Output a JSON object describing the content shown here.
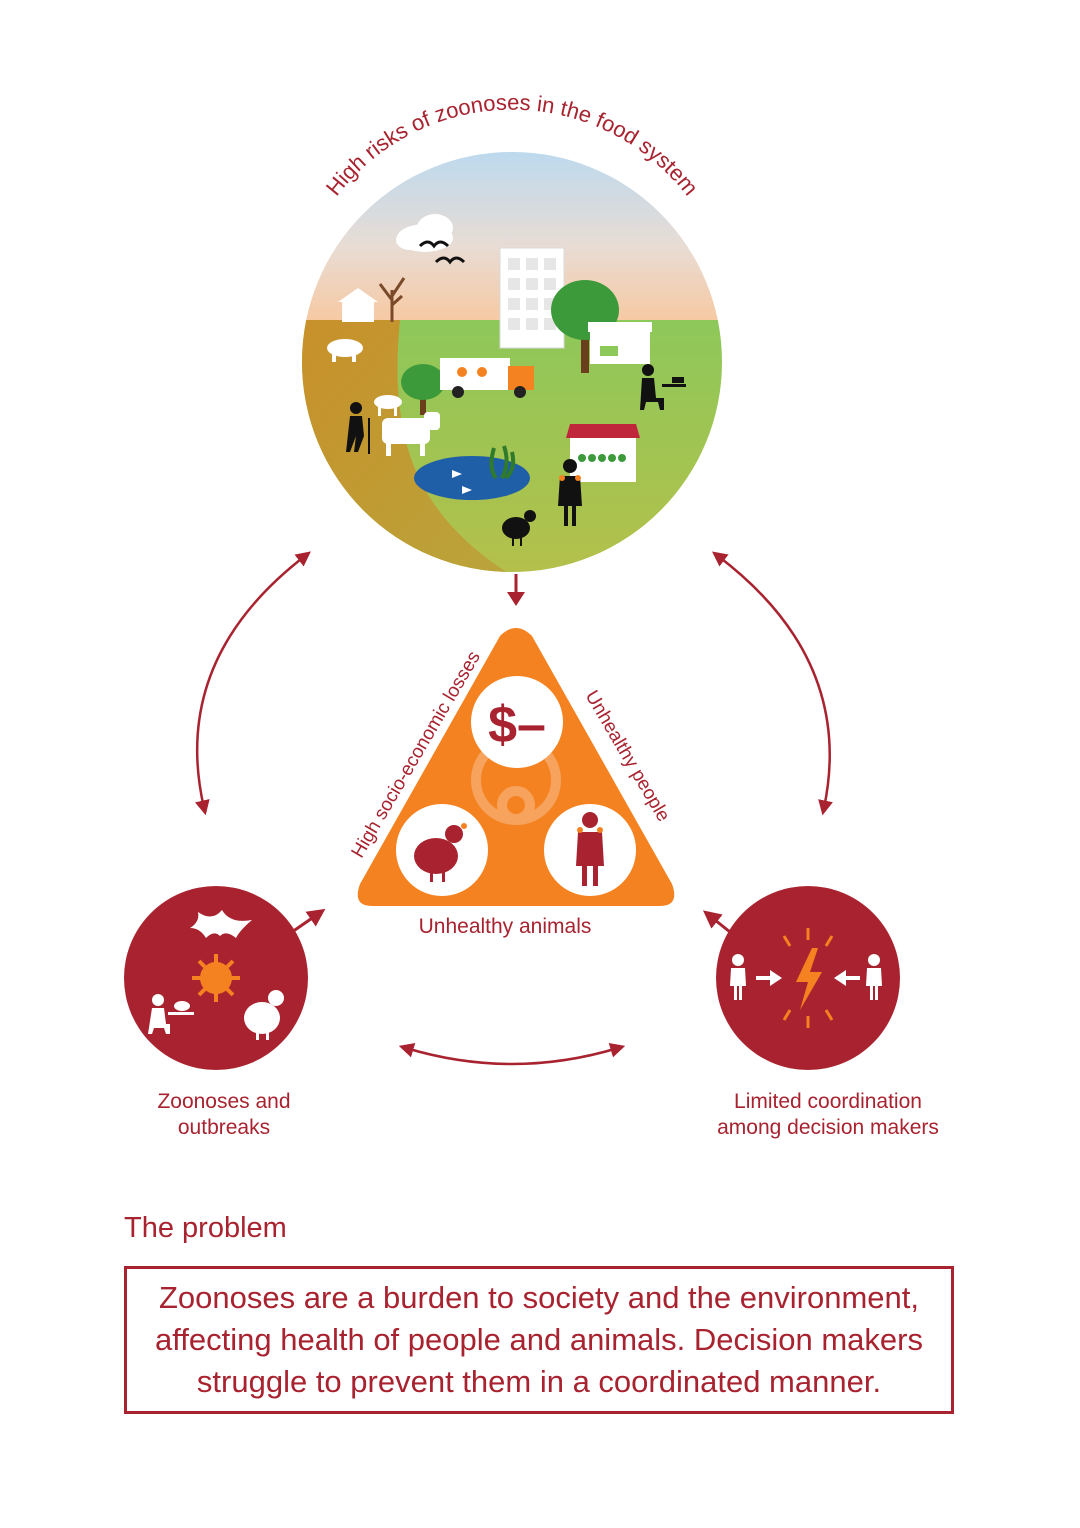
{
  "diagram": {
    "title_arc": "High risks of zoonoses in the food system",
    "triangle": {
      "left_side_label": "High socio-economic losses",
      "right_side_label": "Unhealthy people",
      "bottom_label": "Unhealthy animals",
      "money_symbol": "$–"
    },
    "left_node": {
      "label": "Zoonoses and\noutbreaks"
    },
    "right_node": {
      "label": "Limited coordination\namong decision makers"
    },
    "colors": {
      "brand_red": "#a8232f",
      "triangle_orange": "#f58220",
      "grass_green": "#8dc85a",
      "soil_brown": "#c8902a",
      "sky_blue": "#bcd9ee",
      "pond_blue": "#1f5fa8"
    },
    "icons": [
      "cloud-icon",
      "birds-icon",
      "building-icon",
      "tree-icon",
      "house-icon",
      "pig-icon",
      "goat-icon",
      "cow-icon",
      "truck-icon",
      "person-walking-icon",
      "person-eating-icon",
      "market-stall-icon",
      "pond-icon",
      "fish-icon",
      "chicken-icon",
      "sick-person-icon",
      "biohazard-icon",
      "bat-icon",
      "virus-icon",
      "lightning-icon"
    ]
  },
  "problem": {
    "heading": "The problem",
    "text": "Zoonoses are a burden to society and the environment, affecting health of people and animals. Decision makers struggle to prevent them in a coordinated manner."
  }
}
